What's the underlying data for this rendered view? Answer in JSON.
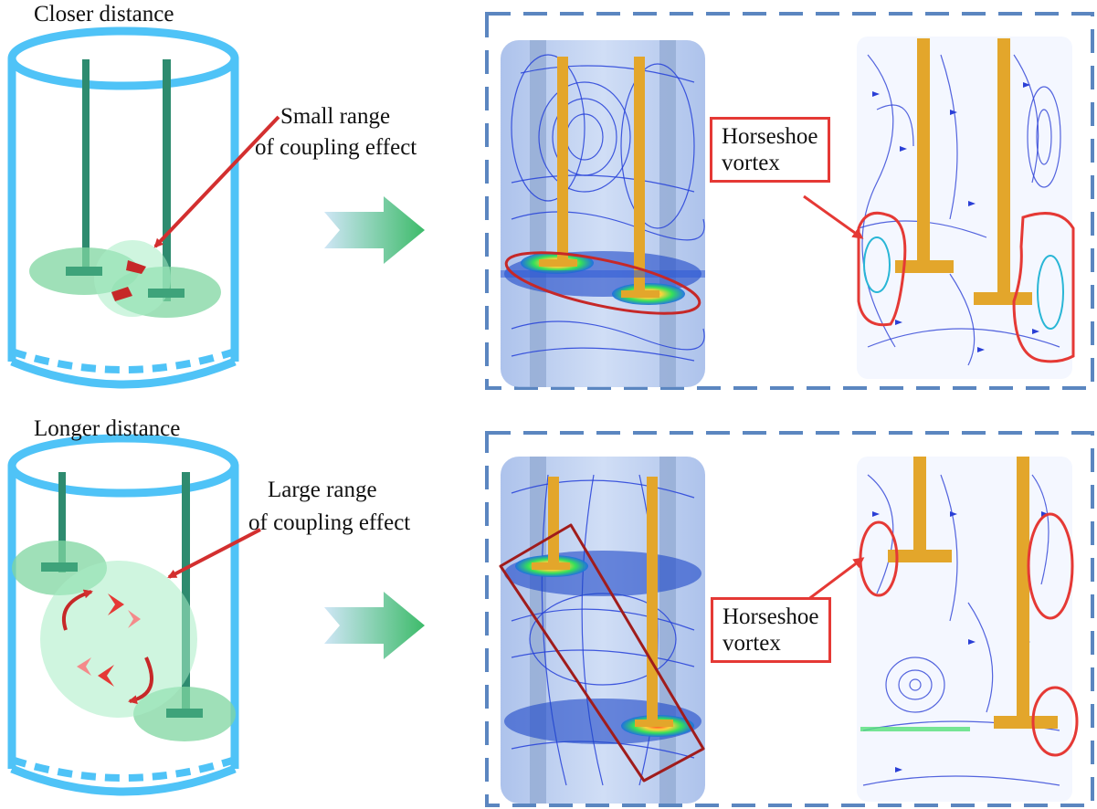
{
  "top": {
    "title": "Closer distance",
    "annotation_line1": "Small range",
    "annotation_line2": "of coupling effect",
    "callout_line1": "Horseshoe",
    "callout_line2": "vortex"
  },
  "bottom": {
    "title": "Longer distance",
    "annotation_line1": "Large range",
    "annotation_line2": "of coupling effect",
    "callout_line1": "Horseshoe",
    "callout_line2": "vortex"
  },
  "colors": {
    "tank": "#4fc3f7",
    "shaft": "#2e8b6f",
    "impeller": "#7fd6a0",
    "arrow_red": "#d32f2f",
    "dash_border": "#5b86c0",
    "flow_arrow": "#57c27a",
    "streamline": "#2540d8",
    "rod_gold": "#e3a62b"
  }
}
